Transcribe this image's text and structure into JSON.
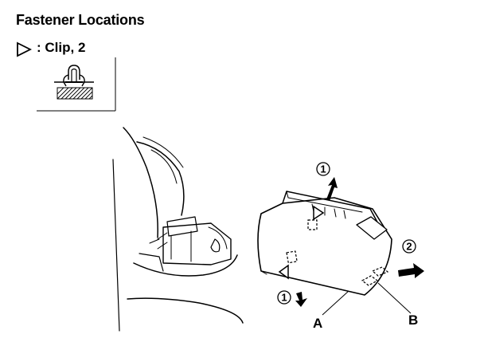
{
  "title": "Fastener Locations",
  "legend": {
    "symbol_icon": "open-triangle-icon",
    "text": ": Clip, 2"
  },
  "diagram": {
    "callouts": {
      "step_1_top": "1",
      "step_1_bottom": "1",
      "step_2": "2"
    },
    "labels": {
      "a": "A",
      "b": "B"
    }
  }
}
